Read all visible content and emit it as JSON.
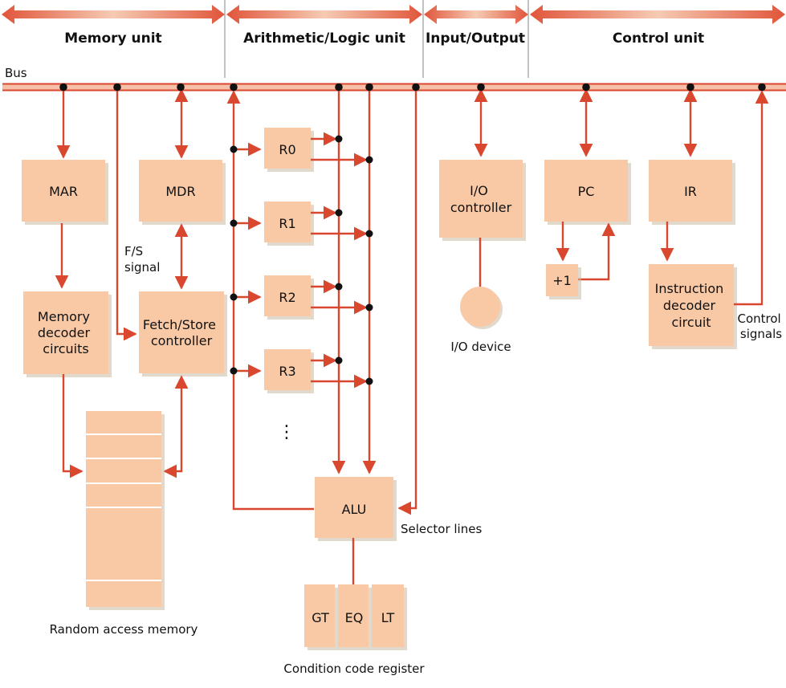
{
  "colors": {
    "accent": "#d9472e",
    "box": "#f9c9a6",
    "bus_inner": "#f6c0a8",
    "junction": "#111111",
    "divider": "#999999"
  },
  "sections": [
    {
      "id": "memory",
      "label": "Memory unit"
    },
    {
      "id": "alu",
      "label": "Arithmetic/Logic unit"
    },
    {
      "id": "io",
      "label": "Input/Output"
    },
    {
      "id": "control",
      "label": "Control unit"
    }
  ],
  "bus": {
    "label": "Bus"
  },
  "memory_unit": {
    "mar": "MAR",
    "mdr": "MDR",
    "decoder": [
      "Memory",
      "decoder",
      "circuits"
    ],
    "fetch_store": [
      "Fetch/Store",
      "controller"
    ],
    "fs_signal": [
      "F/S",
      "signal"
    ],
    "ram_label": "Random access memory"
  },
  "alu_unit": {
    "registers": [
      "R0",
      "R1",
      "R2",
      "R3"
    ],
    "ellipsis": "⋮",
    "alu": "ALU",
    "selector_lines": "Selector lines",
    "condition_flags": [
      "GT",
      "EQ",
      "LT"
    ],
    "condition_label": "Condition code register"
  },
  "io_unit": {
    "controller": [
      "I/O",
      "controller"
    ],
    "device": "I/O device"
  },
  "control_unit": {
    "pc": "PC",
    "incrementer": "+1",
    "ir": "IR",
    "decoder": [
      "Instruction",
      "decoder",
      "circuit"
    ],
    "control_signals": [
      "Control",
      "signals"
    ]
  }
}
